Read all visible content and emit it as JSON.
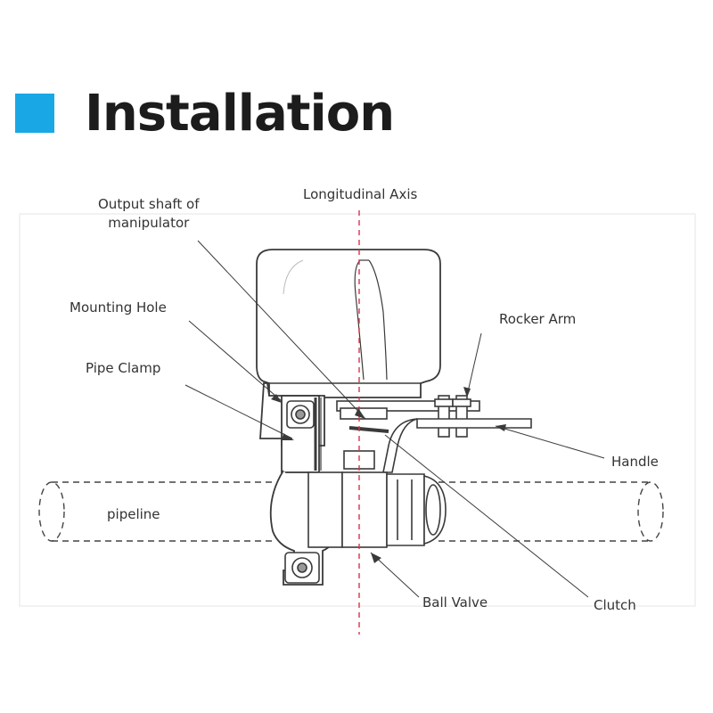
{
  "header": {
    "title": "Installation"
  },
  "labels": {
    "output_shaft": "Output shaft of\nmanipulator",
    "longitudinal_axis": "Longitudinal Axis",
    "mounting_hole": "Mounting Hole",
    "pipe_clamp": "Pipe Clamp",
    "rocker_arm": "Rocker Arm",
    "handle": "Handle",
    "pipeline": "pipeline",
    "ball_valve": "Ball Valve",
    "clutch": "Clutch"
  },
  "colors": {
    "accent": "#1aa7e6",
    "axis_line": "#d8344a",
    "line_art": "#3a3a3a"
  }
}
